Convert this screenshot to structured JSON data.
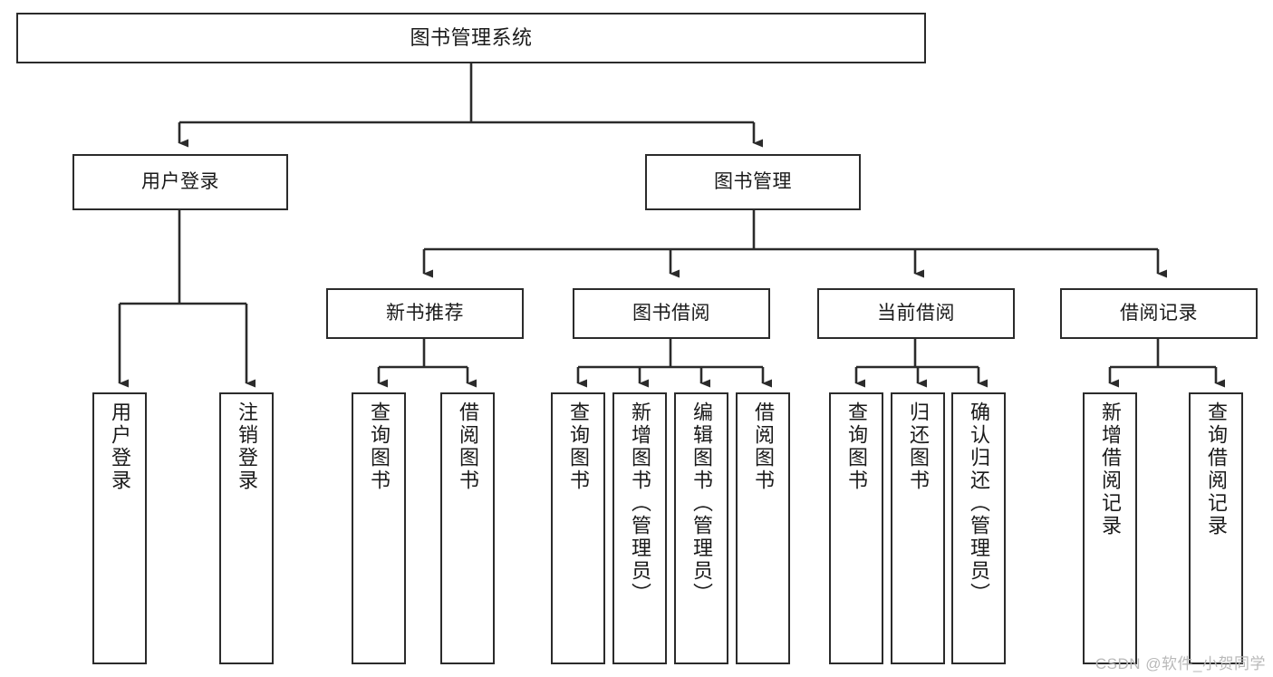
{
  "diagram": {
    "title": "图书管理系统",
    "type": "hierarchy-tree",
    "levels": 4,
    "nodes": {
      "root": {
        "label": "图书管理系统"
      },
      "level2": [
        {
          "id": "user-login",
          "label": "用户登录"
        },
        {
          "id": "book-management",
          "label": "图书管理"
        }
      ],
      "level3": [
        {
          "id": "new-book-recommend",
          "label": "新书推荐"
        },
        {
          "id": "book-borrow",
          "label": "图书借阅"
        },
        {
          "id": "current-borrow",
          "label": "当前借阅"
        },
        {
          "id": "borrow-record",
          "label": "借阅记录"
        }
      ],
      "leaves": {
        "user_login": [
          {
            "id": "leaf-user-login",
            "label": "用户登录"
          },
          {
            "id": "leaf-user-logout",
            "label": "注销登录"
          }
        ],
        "new_book_recommend": [
          {
            "id": "leaf-query-book-1",
            "label": "查询图书"
          },
          {
            "id": "leaf-borrow-book-1",
            "label": "借阅图书"
          }
        ],
        "book_borrow": [
          {
            "id": "leaf-query-book-2",
            "label": "查询图书"
          },
          {
            "id": "leaf-add-book",
            "label": "新增图书（管理员）"
          },
          {
            "id": "leaf-edit-book",
            "label": "编辑图书（管理员）"
          },
          {
            "id": "leaf-borrow-book-2",
            "label": "借阅图书"
          }
        ],
        "current_borrow": [
          {
            "id": "leaf-query-book-3",
            "label": "查询图书"
          },
          {
            "id": "leaf-return-book",
            "label": "归还图书"
          },
          {
            "id": "leaf-confirm-return",
            "label": "确认归还（管理员）"
          }
        ],
        "borrow_record": [
          {
            "id": "leaf-add-record",
            "label": "新增借阅记录"
          },
          {
            "id": "leaf-query-record",
            "label": "查询借阅记录"
          }
        ]
      }
    },
    "colors": {
      "border": "#2b2b2b",
      "fill": "#ffffff",
      "text": "#1a1a1a",
      "connector": "#2b2b2b",
      "watermark": "#b9b9b9"
    }
  },
  "watermark": {
    "text": "CSDN @软件_小贺同学"
  }
}
